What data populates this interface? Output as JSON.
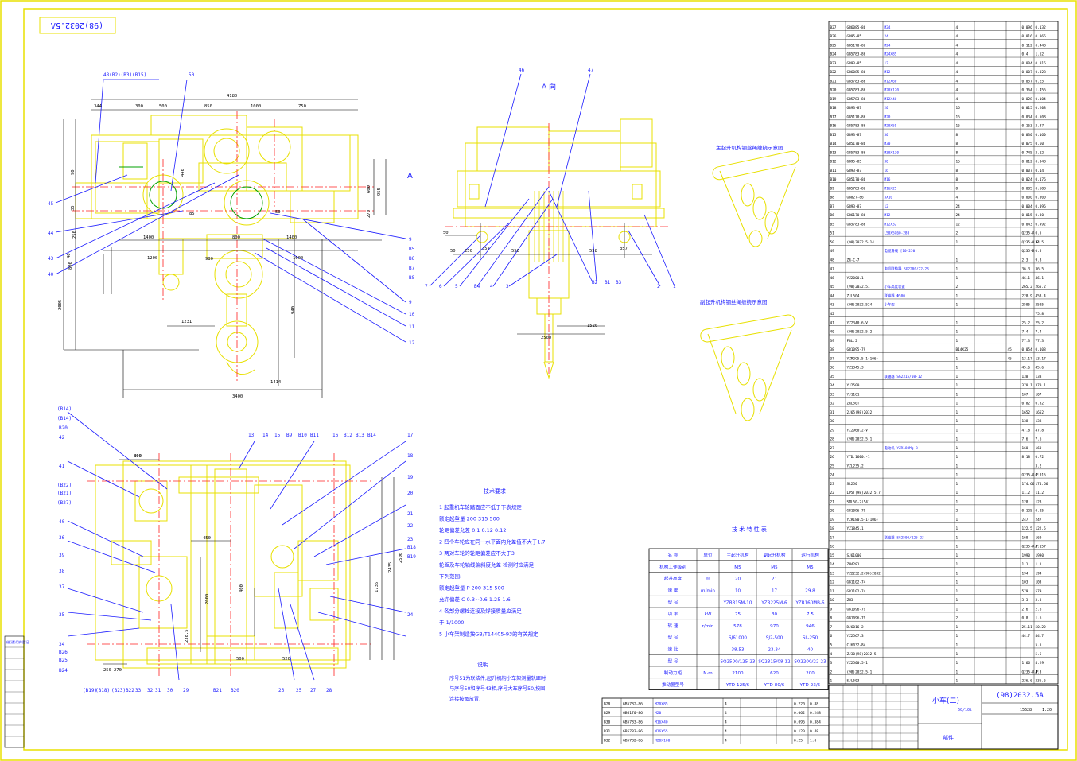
{
  "colors": {
    "frame": "#e8e000",
    "drawing": "#e8e000",
    "leader": "#1a1aff",
    "dim": "#000000",
    "centerline": "#ff2020",
    "green": "#00a000",
    "text_blue": "#1a1aff",
    "table_text": "#000000"
  },
  "stamp_corner": "(98)2032.5A",
  "view_a_label": "A 向",
  "view_a_marker": "A",
  "notes": {
    "title": "技术要求",
    "lines": [
      "1  起重机车轮踏面应不低于下表规定",
      "   额定起重量    200    315    500",
      "   轮距偏差允差   0.1    0.12   0.12",
      "2  四个车轮应在同一水平面内允差值不大于1.7",
      "3  两对车轮的轮距偏差应不大于3",
      "   轮距及车轮轴线偏斜度允差   检测时应满足",
      "   下列范围:",
      "   额定起重量 P   200      315     500",
      "   允许偏差   C 0.3~0.6  1.25   1.6",
      "4  各部分螺栓连接及焊接质量应满足",
      "   于 1/1000",
      "5  小车架制造按GB/T14405-93的有关规定"
    ],
    "note2_title": "说明",
    "note2_lines": [
      "序号51为联结件,起升机构小车架测量轨距时",
      "与序号50和序号43相,序号大车序号50,按图",
      "连接按图放置."
    ]
  },
  "rope_titles": [
    "主起升机构钢丝绳缠绕示意图",
    "副起升机构钢丝绳缠绕示意图"
  ],
  "tech_table": {
    "title": "技 术 特 性 表",
    "header": [
      "名  称",
      "单位",
      "主起升机构",
      "副起升机构",
      "运行机构"
    ],
    "rows": [
      [
        "机构工作级别",
        "",
        "M5",
        "M5",
        "M5"
      ],
      [
        "起升高度",
        "m",
        "20",
        "21",
        ""
      ],
      [
        "速  度",
        "m/min",
        "10",
        "17",
        "29.8"
      ],
      [
        "型  号",
        "",
        "YZR315M-10",
        "YZR225M-6",
        "YZR160MB-6"
      ],
      [
        "功  率",
        "kW",
        "75",
        "30",
        "7.5"
      ],
      [
        "转  速",
        "r/min",
        "578",
        "970",
        "946"
      ],
      [
        "型  号",
        "",
        "SJ61000",
        "SJ2-500",
        "SL-250"
      ],
      [
        "速  比",
        "",
        "38.53",
        "23.34",
        "40"
      ],
      [
        "型  号",
        "",
        "SQ2500/125-23",
        "SQ2315/08-12",
        "SQ2200/22-23"
      ],
      [
        "制动力矩",
        "N·m",
        "2100",
        "620",
        "200"
      ],
      [
        "推动器型号",
        "",
        "YTD-125/6",
        "YTD-80/6",
        "YTD-23/5"
      ]
    ]
  },
  "bom_rows": [
    [
      "B27",
      "GB6085-86",
      "M24",
      "4",
      "",
      "0.096",
      "0.132"
    ],
    [
      "B26",
      "GB95-85",
      "24",
      "4",
      "",
      "0.016",
      "0.066"
    ],
    [
      "B25",
      "GB5170-86",
      "M24",
      "4",
      "",
      "0.112",
      "0.448"
    ],
    [
      "B24",
      "GB5783-86",
      "M24X85",
      "4",
      "",
      "0.4",
      "1.62"
    ],
    [
      "B23",
      "GB93-85",
      "12",
      "4",
      "",
      "0.004",
      "0.016"
    ],
    [
      "B22",
      "GB6085-86",
      "M12",
      "4",
      "",
      "0.007",
      "0.028"
    ],
    [
      "B21",
      "GB5783-86",
      "M12X60",
      "4",
      "",
      "0.057",
      "0.25"
    ],
    [
      "B20",
      "GB5783-86",
      "M20X120",
      "4",
      "",
      "0.364",
      "1.456"
    ],
    [
      "B19",
      "GB5783-86",
      "M12X40",
      "4",
      "",
      "0.028",
      "0.104"
    ],
    [
      "B18",
      "GB93-87",
      "20",
      "16",
      "",
      "0.015",
      "0.208"
    ],
    [
      "B17",
      "GB5170-86",
      "M20",
      "16",
      "",
      "0.034",
      "0.508"
    ],
    [
      "B16",
      "GB5783-86",
      "M20X55",
      "16",
      "",
      "0.163",
      "2.37"
    ],
    [
      "B15",
      "GB93-87",
      "30",
      "8",
      "",
      "0.030",
      "0.160"
    ],
    [
      "B14",
      "GB5170-86",
      "M30",
      "8",
      "",
      "0.075",
      "0.60"
    ],
    [
      "B13",
      "GB5783-86",
      "M30X130",
      "8",
      "",
      "0.745",
      "2.12"
    ],
    [
      "B12",
      "GB95-85",
      "30",
      "16",
      "",
      "0.012",
      "0.048"
    ],
    [
      "B11",
      "GB93-87",
      "16",
      "8",
      "",
      "0.007",
      "0.14"
    ],
    [
      "B10",
      "GB5170-86",
      "M16",
      "8",
      "",
      "0.024",
      "0.176"
    ],
    [
      "B9",
      "GB5783-86",
      "M16X25",
      "8",
      "",
      "0.085",
      "0.688"
    ],
    [
      "B8",
      "GB827-86",
      "3X10",
      "4",
      "",
      "0.000",
      "0.000"
    ],
    [
      "B7",
      "GB93-87",
      "12",
      "24",
      "",
      "0.004",
      "0.096"
    ],
    [
      "B6",
      "GB6170-86",
      "M12",
      "24",
      "",
      "0.015",
      "0.30"
    ],
    [
      "B5",
      "GB5783-86",
      "M12X32",
      "12",
      "",
      "0.043",
      "0.492"
    ],
    [
      "51",
      "",
      "L50X5X60-280",
      "2",
      "",
      "Q235-A",
      "0.5"
    ],
    [
      "50",
      "(98)2032.5-14",
      "",
      "1",
      "",
      "Q235-A.F",
      "34.5"
    ],
    [
      "49",
      "",
      "电缆滑线 [10-250",
      "",
      "",
      "Q235-B",
      "0.5"
    ],
    [
      "48",
      "ZR-C-7",
      "",
      "1",
      "",
      "2.3",
      "9.8"
    ],
    [
      "47",
      "",
      "电机联轴器 SG2200/22-23",
      "1",
      "",
      "36.3",
      "36.5"
    ],
    [
      "46",
      "YZ2000.1",
      "",
      "1",
      "",
      "46.1",
      "46.1"
    ],
    [
      "45",
      "(98)2032.51",
      "小车高度装置",
      "2",
      "",
      "265.2",
      "265.2"
    ],
    [
      "44",
      "ZJL504",
      "联轴器 Φ500",
      "1",
      "",
      "228.9",
      "458.4"
    ],
    [
      "43",
      "(98)2032.524",
      "小车架",
      "1",
      "",
      "2505",
      "2505"
    ],
    [
      "42",
      "",
      "",
      "",
      "",
      "",
      "75.8"
    ],
    [
      "41",
      "YZ2340.6-V",
      "",
      "1",
      "",
      "25.2",
      "25.2"
    ],
    [
      "40",
      "(98)2032.5.2",
      "",
      "1",
      "",
      "7.4",
      "7.4"
    ],
    [
      "39",
      "FBL.2",
      "",
      "1",
      "",
      "77.3",
      "77.3"
    ],
    [
      "38",
      "GB1095-79",
      "",
      "B14X25",
      "45",
      "0.054",
      "0.108"
    ],
    [
      "37",
      "YZR2C5.5-1(106)",
      "",
      "1",
      "45",
      "13.17",
      "13.17"
    ],
    [
      "36",
      "YZ1345.3",
      "",
      "1",
      "",
      "45.6",
      "45.6"
    ],
    [
      "35",
      "",
      "联轴器 SG2315/08-12",
      "1",
      "",
      "138",
      "138"
    ],
    [
      "34",
      "YJ2500",
      "",
      "1",
      "",
      "370.1",
      "370.1"
    ],
    [
      "33",
      "YJ1161",
      "",
      "1",
      "",
      "107",
      "107"
    ],
    [
      "32",
      "ZRL50T",
      "",
      "1",
      "",
      "0.82",
      "0.82"
    ],
    [
      "31",
      "2J65(98)2032",
      "",
      "1",
      "",
      "1652",
      "1652"
    ],
    [
      "30",
      "",
      "",
      "1",
      "",
      "138",
      "138"
    ],
    [
      "29",
      "YZ2960.2-V",
      "",
      "1",
      "",
      "47.8",
      "47.8"
    ],
    [
      "28",
      "(98)2032.5.1",
      "",
      "1",
      "",
      "7.6",
      "7.6"
    ],
    [
      "27",
      "",
      "电动机 YZR180Mg-8",
      "1",
      "",
      "160",
      "160"
    ],
    [
      "26",
      "YTD.1600.-1",
      "",
      "1",
      "",
      "8.18",
      "0.72"
    ],
    [
      "25",
      "YZL235.2",
      "",
      "1",
      "",
      "",
      "3.2"
    ],
    [
      "24",
      "",
      "",
      "1",
      "",
      "Q235-A.F",
      "0.015"
    ],
    [
      "23",
      "SL250",
      "",
      "1",
      "",
      "174.66",
      "174.66"
    ],
    [
      "22",
      "LP5T(98)2032.5.7",
      "",
      "1",
      "",
      "11.2",
      "11.2"
    ],
    [
      "21",
      "SML50-2(54)",
      "",
      "1",
      "",
      "128",
      "128"
    ],
    [
      "20",
      "GB1096-79",
      "",
      "2",
      "",
      "0.125",
      "0.25"
    ],
    [
      "19",
      "YZR180.5-1(106)",
      "",
      "1",
      "",
      "247",
      "247"
    ],
    [
      "18",
      "YZ1845.1",
      "",
      "1",
      "",
      "122.5",
      "122.5"
    ],
    [
      "17",
      "",
      "联轴器 SG2500/125-23",
      "1",
      "",
      "160",
      "160"
    ],
    [
      "16",
      "",
      "",
      "1",
      "",
      "Q235-A.F",
      "0.157"
    ],
    [
      "15",
      "SJ61000",
      "",
      "1",
      "",
      "1990",
      "1990"
    ],
    [
      "14",
      "ZH4281",
      "",
      "1",
      "",
      "1.1",
      "1.1"
    ],
    [
      "13",
      "YZ2232.2(98)2032",
      "",
      "1",
      "",
      "194",
      "194"
    ],
    [
      "12",
      "GB1102-74",
      "",
      "1",
      "",
      "103",
      "103"
    ],
    [
      "11",
      "GB1102-74",
      "",
      "1",
      "",
      "579",
      "579"
    ],
    [
      "10",
      "ZH3",
      "",
      "1",
      "",
      "3.3",
      "3.3"
    ],
    [
      "9",
      "GB1096-79",
      "",
      "1",
      "",
      "2.6",
      "2.6"
    ],
    [
      "8",
      "GB1096-79",
      "",
      "2",
      "",
      "0.8",
      "1.6"
    ],
    [
      "7",
      "DJ6016-2",
      "",
      "1",
      "",
      "25.11",
      "50.22"
    ],
    [
      "6",
      "YZ2567.3",
      "",
      "1",
      "",
      "44.7",
      "44.7"
    ],
    [
      "5",
      "CJ6032-84",
      "",
      "1",
      "",
      "",
      "5.5"
    ],
    [
      "4",
      "ZJ30(98)2032.5",
      "",
      "1",
      "",
      "",
      "5.5"
    ],
    [
      "3",
      "YZ2500.5-1",
      "",
      "1",
      "",
      "1.66",
      "4.29"
    ],
    [
      "2",
      "(98)2032.5-1",
      "",
      "1",
      "",
      "Q235-A.F",
      "4.3"
    ],
    [
      "1",
      "SJL503",
      "",
      "1",
      "",
      "236.6",
      "236.6"
    ]
  ],
  "bottom_bom": [
    [
      "B28",
      "GB5782-86",
      "M20X85",
      "4",
      "",
      "0.220",
      "0.88"
    ],
    [
      "B29",
      "GB6170-86",
      "M20",
      "4",
      "",
      "0.062",
      "0.248"
    ],
    [
      "B30",
      "GB5783-86",
      "M16X40",
      "4",
      "",
      "0.096",
      "0.384"
    ],
    [
      "B31",
      "GB5783-86",
      "M16X55",
      "4",
      "",
      "0.120",
      "0.48"
    ],
    [
      "B32",
      "GB5782-86",
      "M20X100",
      "4",
      "",
      "0.25",
      "1.0"
    ]
  ],
  "title_block": {
    "name": "小车(二)",
    "sub": "60/10t",
    "drawing_no": "(98)2032.5A",
    "label": "部件",
    "weight": "15628",
    "scale": "1:20"
  },
  "dims_top": [
    "4180",
    "344",
    "300",
    "500",
    "850",
    "1000",
    "750",
    "1400",
    "1200",
    "980",
    "800",
    "1400",
    "1600",
    "1231",
    "1414",
    "3400",
    "600",
    "955",
    "440",
    "50",
    "85",
    "270",
    "90",
    "35",
    "40",
    "250",
    "800",
    "2005",
    "940"
  ],
  "dims_view_a": [
    "357",
    "357",
    "50",
    "250",
    "50",
    "558",
    "558",
    "2500",
    "1520"
  ],
  "dims_bottom": [
    "800",
    "800",
    "450",
    "2000",
    "2500",
    "2435",
    "1735",
    "400",
    "238.5",
    "250",
    "270",
    "500",
    "520"
  ],
  "callouts_top_left": [
    "48(B2)(B3)(B15)",
    "50",
    "45",
    "44",
    "43",
    "40",
    "9",
    "B5",
    "B6",
    "B7",
    "B8",
    "9",
    "10",
    "11",
    "12"
  ],
  "callouts_view_a": [
    "46",
    "47",
    "7",
    "6",
    "5",
    "B4",
    "4",
    "3",
    "2",
    "1",
    "B1",
    "B2",
    "B3"
  ],
  "callouts_bottom": [
    "(B14)",
    "(B14)",
    "B20",
    "42",
    "41",
    "(B22)",
    "(B21)",
    "(B27)",
    "40",
    "36",
    "39",
    "38",
    "37",
    "35",
    "34",
    "B26",
    "B25",
    "B24",
    "13",
    "14",
    "15",
    "B9",
    "B10",
    "B11",
    "16",
    "B12",
    "B13",
    "B14",
    "17",
    "18",
    "19",
    "20",
    "21",
    "22",
    "23",
    "B18",
    "B19",
    "24",
    "25",
    "26",
    "27",
    "28",
    "29",
    "30",
    "31",
    "32",
    "33",
    "(B19)",
    "(B18)",
    "(B23)",
    "B22",
    "B21",
    "B20"
  ],
  "left_strip": [
    "借(通)用件登记"
  ]
}
